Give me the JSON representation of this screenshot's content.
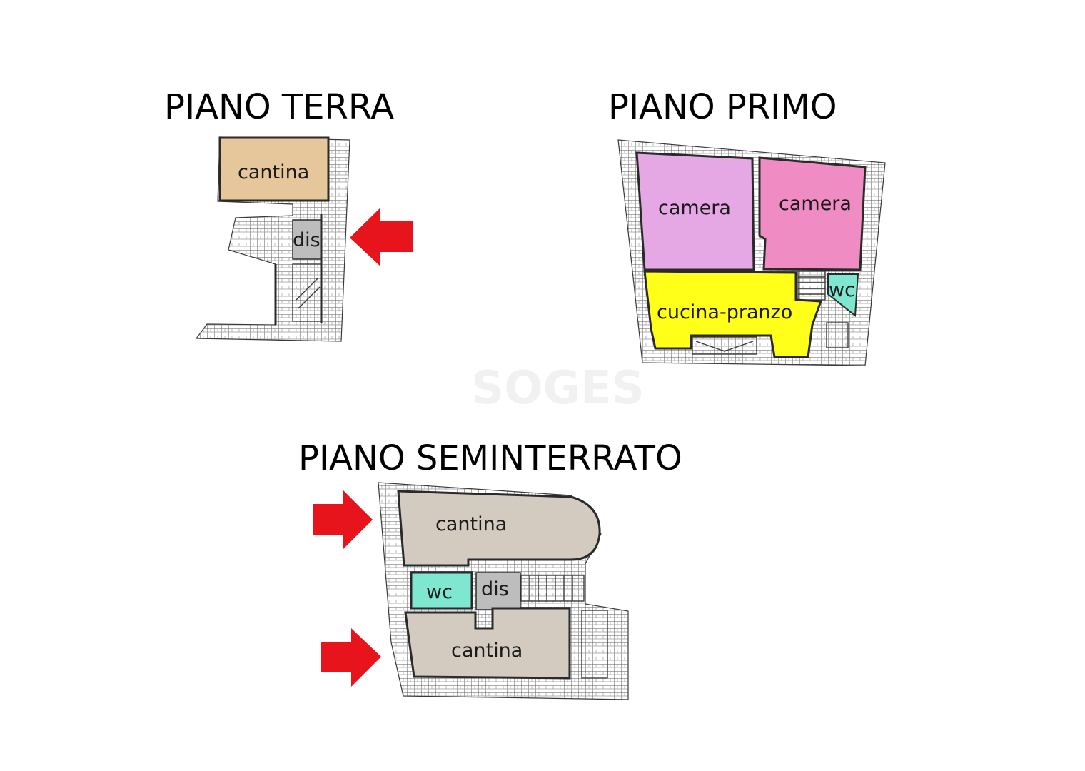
{
  "floors": {
    "terra": {
      "title": "PIANO TERRA",
      "rooms": [
        {
          "label": "cantina",
          "color": "#e6c79c"
        },
        {
          "label": "dis",
          "color": "#bdbdbd"
        }
      ]
    },
    "primo": {
      "title": "PIANO PRIMO",
      "rooms": [
        {
          "label": "camera",
          "color": "#e5a8e5"
        },
        {
          "label": "camera",
          "color": "#ef8cc3"
        },
        {
          "label": "wc",
          "color": "#7fe6cf"
        },
        {
          "label": "cucina-pranzo",
          "color": "#ffff1a"
        }
      ]
    },
    "seminterrato": {
      "title": "PIANO SEMINTERRATO",
      "rooms": [
        {
          "label": "cantina",
          "color": "#d3cbc0"
        },
        {
          "label": "wc",
          "color": "#7fe6cf"
        },
        {
          "label": "dis",
          "color": "#bdbdbd"
        },
        {
          "label": "cantina",
          "color": "#d3cbc0"
        }
      ]
    }
  },
  "watermark": "SOGES",
  "colors": {
    "arrow": "#e8141c",
    "stair_gray": "#bdbdbd"
  }
}
